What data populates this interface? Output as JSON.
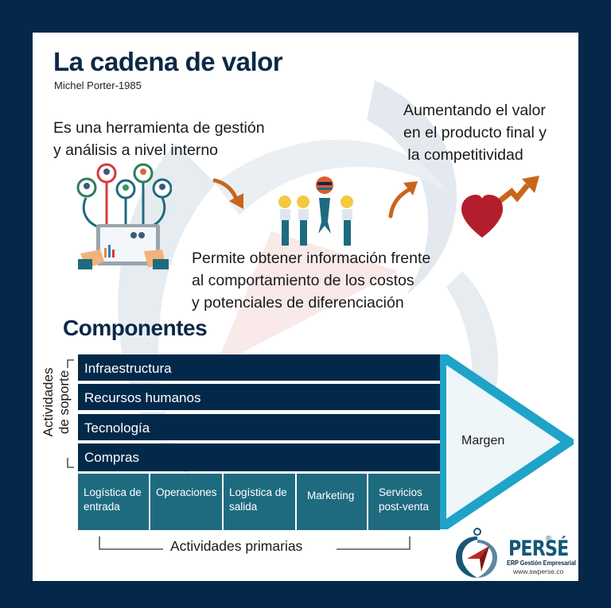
{
  "header": {
    "title": "La cadena de valor",
    "subtitle": "Michel Porter-1985"
  },
  "intro": {
    "line1": "Es  una herramienta de gestión",
    "line2": "y análisis a nivel interno"
  },
  "value": {
    "line1": "Aumentando el valor",
    "line2": "en el producto final y",
    "line3": " la competitividad"
  },
  "info": {
    "line1": "Permite obtener información frente",
    "line2": "al comportamiento de los costos",
    "line3": "y potenciales de diferenciación"
  },
  "components": {
    "title": "Componentes",
    "support_label_line1": "Actividades",
    "support_label_line2": "de soporte",
    "support_activities": [
      "Infraestructura",
      "Recursos humanos",
      "Tecnología",
      "Compras"
    ],
    "primary_activities": [
      {
        "line1": "Logística de",
        "line2": "entrada"
      },
      {
        "line1": "Operaciones",
        "line2": ""
      },
      {
        "line1": "Logística de",
        "line2": "salida"
      },
      {
        "line1": "Marketing",
        "line2": ""
      },
      {
        "line1": "Servicios",
        "line2": "post-venta"
      }
    ],
    "primary_label": "Actividades primarias",
    "margin_label": "Margen"
  },
  "icons": {
    "tablet_network": "tablet-people-network-icon",
    "arrow_down": "curved-arrow-down-icon",
    "lightbulbs": "people-lightbulbs-icon",
    "arrow_up": "curved-arrow-up-icon",
    "heart_growth": "heart-growth-arrow-icon"
  },
  "logo": {
    "name": "PERSÉ",
    "registered": "®",
    "tagline": "ERP Gestión Empresarial",
    "url": "www.swperse.co"
  },
  "colors": {
    "navy": "#03294a",
    "teal": "#1e6b80",
    "cyan": "#1fa3c9",
    "orange": "#c8661c",
    "heart_red": "#b31e2c",
    "bulb_yellow": "#f5c842"
  }
}
